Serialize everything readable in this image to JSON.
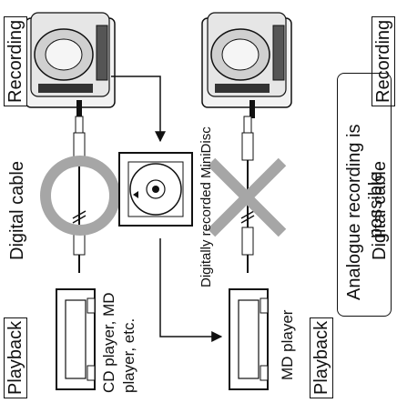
{
  "labels": {
    "recording": "Recording",
    "playback": "Playback",
    "digital_cable": "Digital cable",
    "digitally_recorded": "Digitally recorded MiniDisc",
    "source_devices_line1": "CD player, MD",
    "source_devices_line2": "player, etc.",
    "md_player": "MD player",
    "note_line1": "Analogue recording is",
    "note_line2": "possible."
  },
  "colors": {
    "ok_circle": "#a6a6a6",
    "ng_cross": "#a6a6a6",
    "line": "#111111"
  },
  "icons": {
    "allowed": "circle-icon",
    "prohibited": "cross-icon"
  }
}
